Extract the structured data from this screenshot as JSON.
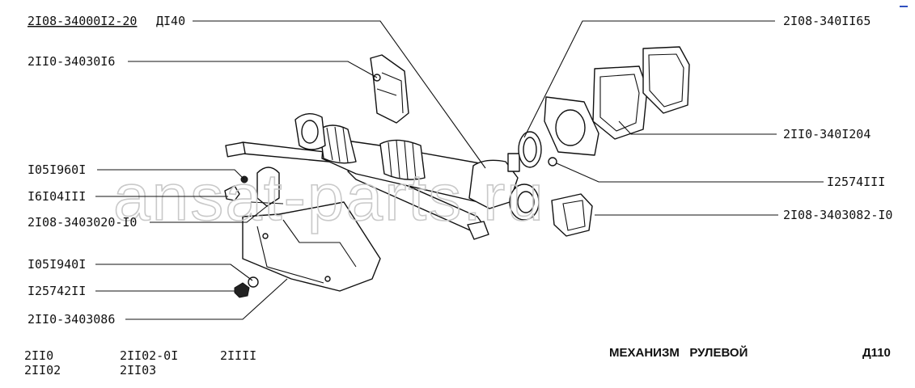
{
  "title": "МЕХАНИЗМ   РУЛЕВОЙ",
  "page_code": "Д110",
  "assembly": {
    "number": "2I08-34000I2-20",
    "ref": "ДI40"
  },
  "callouts": [
    {
      "id": "2I08-340II65"
    },
    {
      "id": "2II0-34030I6"
    },
    {
      "id": "2II0-340I204"
    },
    {
      "id": "I05I960I"
    },
    {
      "id": "I2574III"
    },
    {
      "id": "I6I04III"
    },
    {
      "id": "2I08-3403020-I0"
    },
    {
      "id": "2I08-3403082-I0"
    },
    {
      "id": "I05I940I"
    },
    {
      "id": "I25742II"
    },
    {
      "id": "2II0-3403086"
    }
  ],
  "models": [
    "2II0",
    "2II02-0I",
    "2IIII",
    "2II02",
    "2II03"
  ],
  "watermark": "ansat-parts.ru"
}
